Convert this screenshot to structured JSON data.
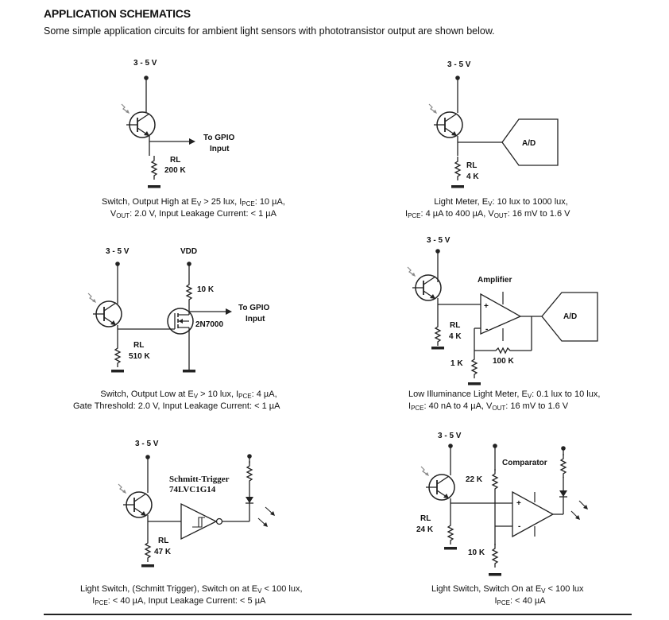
{
  "header": {
    "title": "APPLICATION SCHEMATICS",
    "intro": "Some simple application circuits for ambient light sensors with phototransistor output are shown below."
  },
  "circuits": [
    {
      "id": "switch-output-high",
      "labels": {
        "supply": "3 - 5 V",
        "out1": "To GPIO",
        "out2": "Input",
        "rl": "RL",
        "rl_value": "200 K"
      },
      "caption": {
        "l1a": "Switch, Output High at E",
        "l1s": "V",
        "l1b": " > 25 lux, I",
        "l1s2": "PCE",
        "l1c": ": 10 µA,",
        "l2a": "V",
        "l2s": "OUT",
        "l2b": ": 2.0 V, Input Leakage Current: < 1 µA"
      }
    },
    {
      "id": "light-meter",
      "labels": {
        "supply": "3 - 5 V",
        "adc": "A/D",
        "rl": "RL",
        "rl_value": "4 K"
      },
      "caption": {
        "l1a": "Light Meter, E",
        "l1s": "V",
        "l1b": ": 10 lux to 1000 lux,",
        "l2a": "I",
        "l2s": "PCE",
        "l2b": ": 4 µA to 400 µA, V",
        "l2s2": "OUT",
        "l2c": ": 16 mV to 1.6 V"
      }
    },
    {
      "id": "switch-output-low",
      "labels": {
        "supply": "3 - 5 V",
        "vdd": "VDD",
        "r_pullup": "10 K",
        "mosfet": "2N7000",
        "out1": "To GPIO",
        "out2": "Input",
        "rl": "RL",
        "rl_value": "510 K"
      },
      "caption": {
        "l1a": "Switch, Output Low at E",
        "l1s": "V",
        "l1b": " > 10 lux, I",
        "l1s2": "PCE",
        "l1c": ": 4 µA,",
        "l2a": "Gate Threshold: 2.0 V, Input Leakage Current: < 1 µA"
      }
    },
    {
      "id": "low-illuminance-light-meter",
      "labels": {
        "supply": "3 - 5 V",
        "amp": "Amplifier",
        "adc": "A/D",
        "rl": "RL",
        "rl_value": "4 K",
        "r_gnd": "1 K",
        "r_fb": "100 K",
        "plus": "+",
        "minus": "-"
      },
      "caption": {
        "l1a": "Low Illuminance Light Meter, E",
        "l1s": "V",
        "l1b": ": 0.1 lux to 10 lux,",
        "l2a": "I",
        "l2s": "PCE",
        "l2b": ": 40 nA to 4 µA, V",
        "l2s2": "OUT",
        "l2c": ": 16 mV to 1.6 V"
      }
    },
    {
      "id": "light-switch-schmitt",
      "labels": {
        "supply": "3 - 5 V",
        "part1": "Schmitt-Trigger",
        "part2": "74LVC1G14",
        "rl": "RL",
        "rl_value": "47 K"
      },
      "caption": {
        "l1a": "Light Switch, (Schmitt Trigger), Switch on at E",
        "l1s": "V",
        "l1b": " < 100 lux,",
        "l2a": "I",
        "l2s": "PCE",
        "l2b": ": < 40 µA, Input Leakage Current: < 5 µA"
      }
    },
    {
      "id": "light-switch-comparator",
      "labels": {
        "supply": "3 - 5 V",
        "comp": "Comparator",
        "r_top": "22  K",
        "r_bot": "10 K",
        "rl": "RL",
        "rl_value": "24 K",
        "plus": "+",
        "minus": "-"
      },
      "caption": {
        "l1a": "Light Switch, Switch On at E",
        "l1s": "V",
        "l1b": " < 100 lux",
        "l2a": "I",
        "l2s": "PCE",
        "l2b": ": < 40 µA"
      }
    }
  ]
}
